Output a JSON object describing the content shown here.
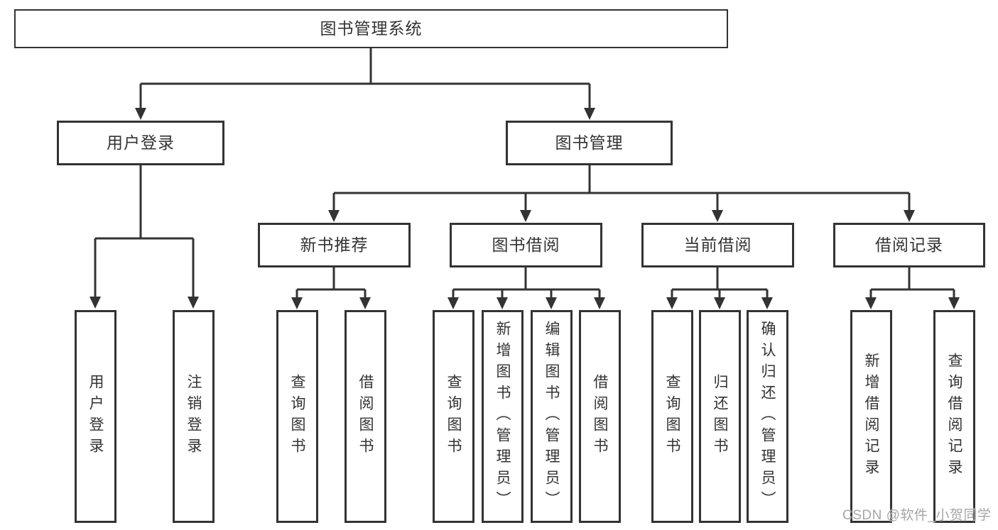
{
  "diagram": {
    "nodes": {
      "root": {
        "label": "图书管理系统"
      },
      "level1": [
        {
          "label": "用户登录"
        },
        {
          "label": "图书管理"
        }
      ],
      "level2": [
        {
          "label": "新书推荐"
        },
        {
          "label": "图书借阅"
        },
        {
          "label": "当前借阅"
        },
        {
          "label": "借阅记录"
        }
      ],
      "leaves": [
        {
          "label": "用户登录"
        },
        {
          "label": "注销登录"
        },
        {
          "label": "查询图书"
        },
        {
          "label": "借阅图书"
        },
        {
          "label": "查询图书"
        },
        {
          "label": "新增图书（管理员）"
        },
        {
          "label": "编辑图书（管理员）"
        },
        {
          "label": "借阅图书"
        },
        {
          "label": "查询图书"
        },
        {
          "label": "归还图书"
        },
        {
          "label": "确认归还（管理员）"
        },
        {
          "label": "新增借阅记录"
        },
        {
          "label": "查询借阅记录"
        }
      ]
    },
    "colors": {
      "line": "#333333",
      "box_border": "#333333",
      "box_background": "#ffffff",
      "text": "#333333",
      "watermark": "#a6a6a6"
    }
  },
  "watermark": {
    "text": "CSDN @软件_小贺同学"
  }
}
